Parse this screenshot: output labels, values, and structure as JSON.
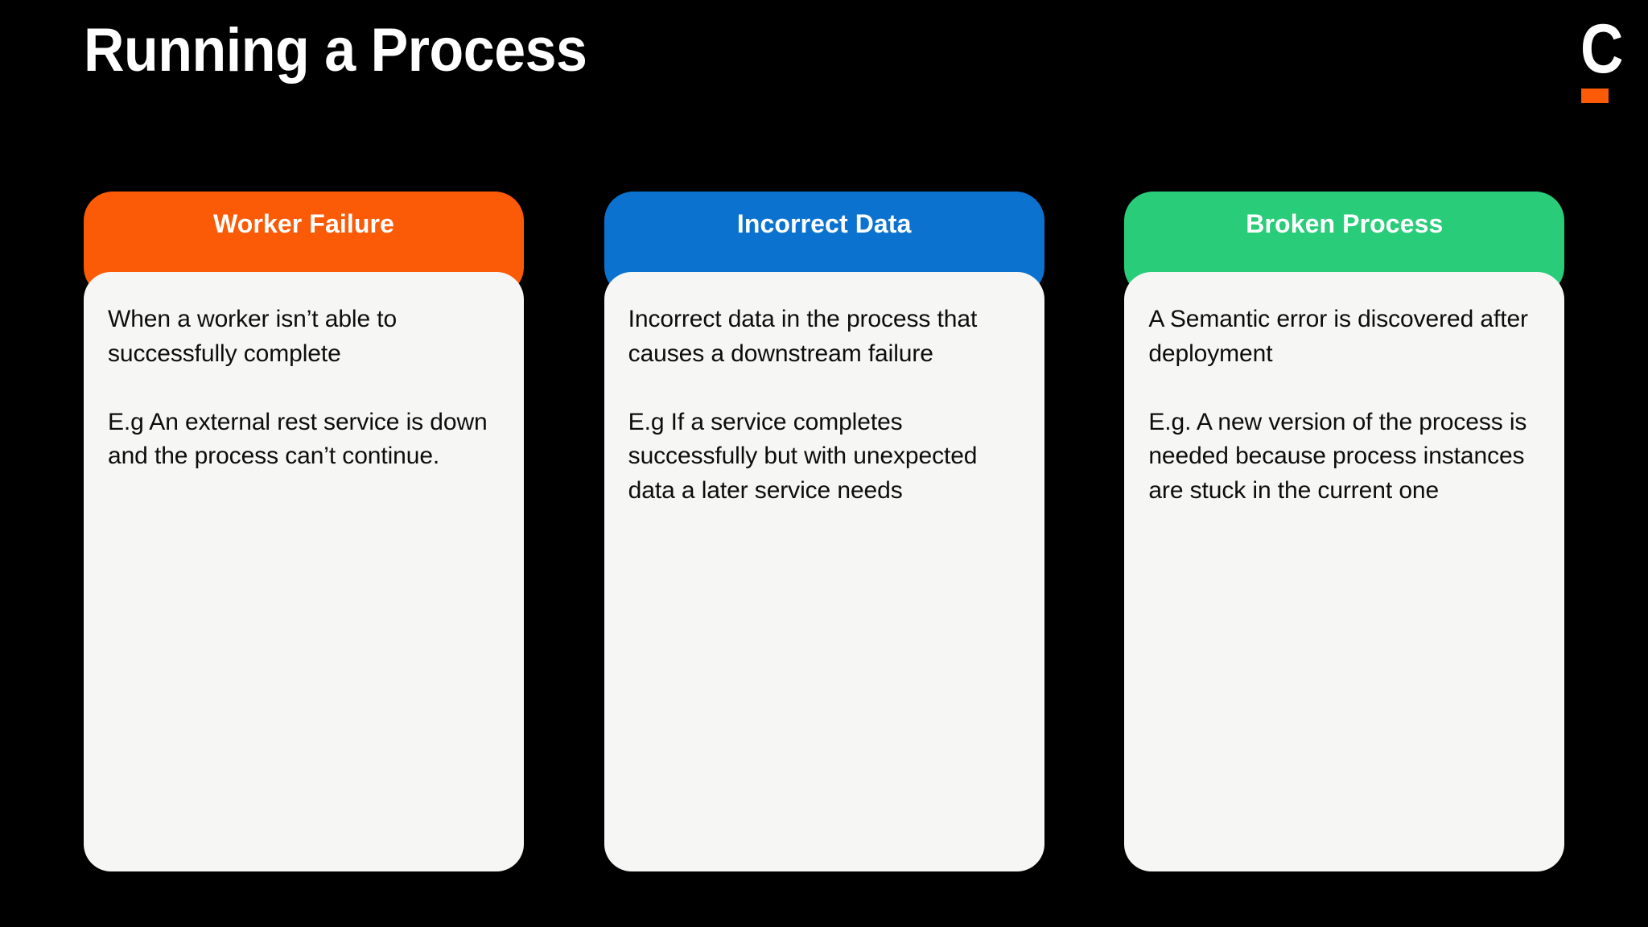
{
  "slide": {
    "background_color": "#000000",
    "title": "Running a Process"
  },
  "logo": {
    "name": "camunda-logo",
    "letter": "C",
    "letter_color": "#FFFFFF",
    "bar_color": "#FB5A07"
  },
  "cards": [
    {
      "id": "worker-failure",
      "header": "Worker Failure",
      "accent_color": "#FB5A07",
      "body_background": "#F6F6F5",
      "paragraphs": [
        "When a worker isn’t able to successfully complete",
        "E.g An external rest service is down and the process can’t continue."
      ]
    },
    {
      "id": "incorrect-data",
      "header": "Incorrect Data",
      "accent_color": "#0B73CF",
      "body_background": "#F6F6F5",
      "paragraphs": [
        "Incorrect data in the process that causes a downstream failure",
        "E.g If a service completes successfully but with unexpected data a later service needs"
      ]
    },
    {
      "id": "broken-process",
      "header": "Broken Process",
      "accent_color": "#29CC79",
      "body_background": "#F6F6F5",
      "paragraphs": [
        "A Semantic error is discovered after deployment",
        "E.g. A new version of the process is needed because process instances are stuck in the current one"
      ]
    }
  ]
}
